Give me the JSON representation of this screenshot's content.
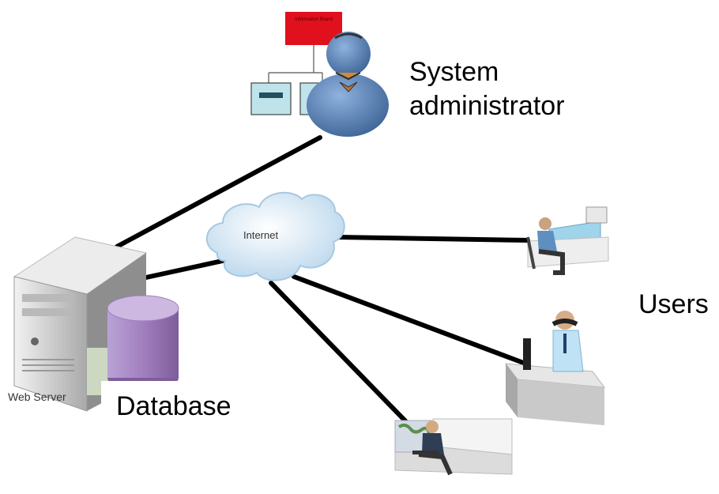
{
  "labels": {
    "system_administrator_line1": "System",
    "system_administrator_line2": "administrator",
    "users": "Users",
    "database": "Database",
    "web_server": "Web Server",
    "internet": "Internet",
    "admin_chart_title": "Information Board"
  },
  "colors": {
    "connection_line": "#000000",
    "cloud": "#cfe3f2",
    "admin_figure": "#5f86b8",
    "database_cylinder": "#a98bc2",
    "server_body": "#d5d5d5",
    "chart_box": "#e0101c"
  }
}
